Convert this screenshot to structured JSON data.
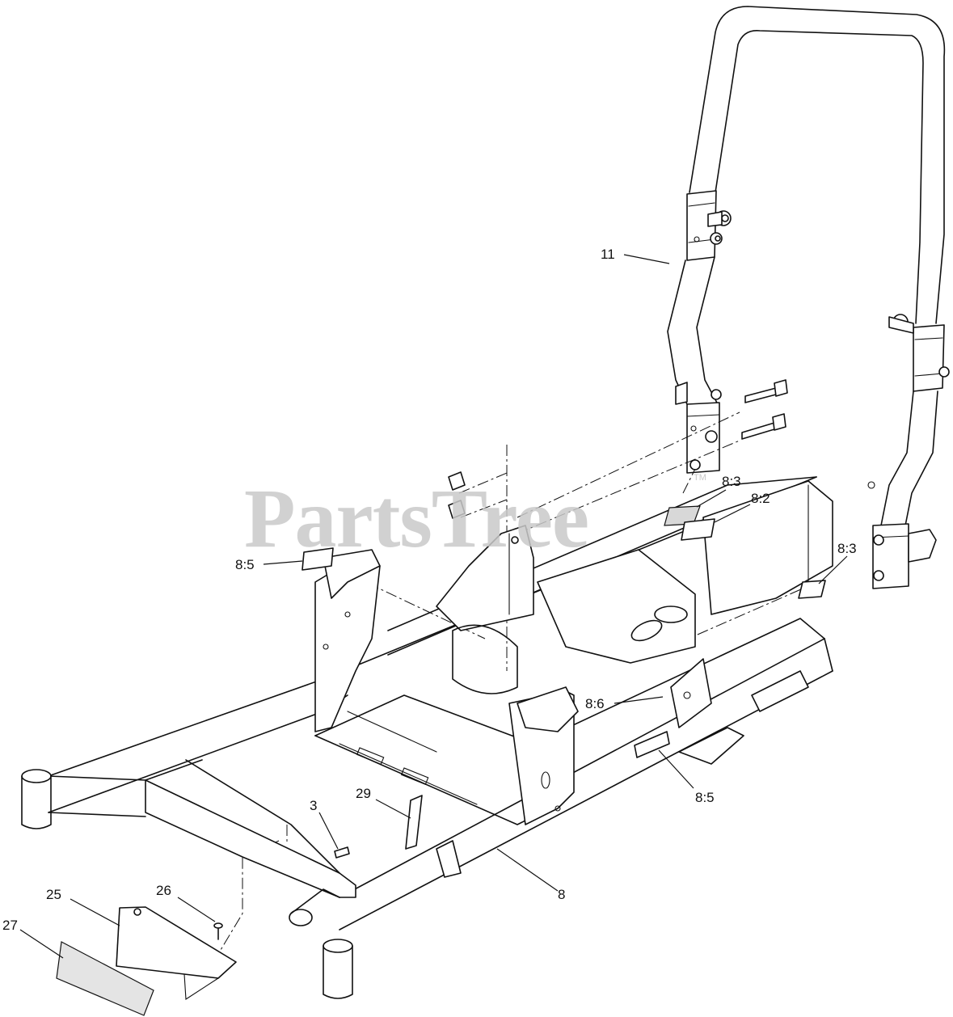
{
  "watermark": {
    "text": "PartsTree",
    "trademark": "TM"
  },
  "callouts": [
    {
      "id": "c11",
      "label": "11"
    },
    {
      "id": "c83a",
      "label": "8:3"
    },
    {
      "id": "c82",
      "label": "8:2"
    },
    {
      "id": "c83b",
      "label": "8:3"
    },
    {
      "id": "c85a",
      "label": "8:5"
    },
    {
      "id": "c86",
      "label": "8:6"
    },
    {
      "id": "c85b",
      "label": "8:5"
    },
    {
      "id": "c3",
      "label": "3"
    },
    {
      "id": "c29",
      "label": "29"
    },
    {
      "id": "c8",
      "label": "8"
    },
    {
      "id": "c25",
      "label": "25"
    },
    {
      "id": "c26",
      "label": "26"
    },
    {
      "id": "c27",
      "label": "27"
    }
  ]
}
